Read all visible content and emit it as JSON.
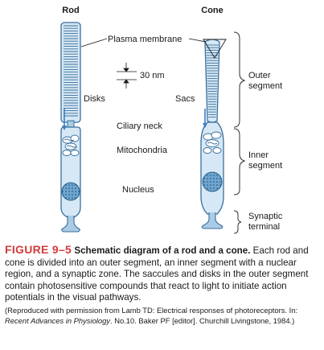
{
  "diagram": {
    "labels": {
      "rod": "Rod",
      "cone": "Cone",
      "plasma_membrane": "Plasma membrane",
      "nm": "30 nm",
      "disks": "Disks",
      "sacs": "Sacs",
      "ciliary_neck": "Ciliary neck",
      "mitochondria": "Mitochondria",
      "nucleus": "Nucleus",
      "outer_segment_1": "Outer",
      "outer_segment_2": "segment",
      "inner_segment_1": "Inner",
      "inner_segment_2": "segment",
      "synaptic_1": "Synaptic",
      "synaptic_2": "terminal"
    },
    "colors": {
      "outline": "#3a6f9c",
      "fill_light": "#d6e8f5",
      "fill_mid": "#a9cbe6",
      "nucleus": "#6fa6cf",
      "arrow": "#3a7ec2",
      "bracket": "#333333"
    }
  },
  "caption": {
    "figure_number": "FIGURE 9–5",
    "title": "Schematic diagram of a rod and a cone.",
    "body": "Each rod and cone is divided into an outer segment, an inner segment with a nuclear region, and a synaptic zone. The saccules and disks in the outer segment contain photosensitive compounds that react to light to initiate action potentials in the visual pathways.",
    "credit_pre": "(Reproduced with permission from Lamb TD: Electrical responses of photoreceptors. In: ",
    "credit_book": "Recent Advances in Physiology",
    "credit_post": ". No.10. Baker PF [editor]. Churchill Livingstone, 1984.)"
  }
}
